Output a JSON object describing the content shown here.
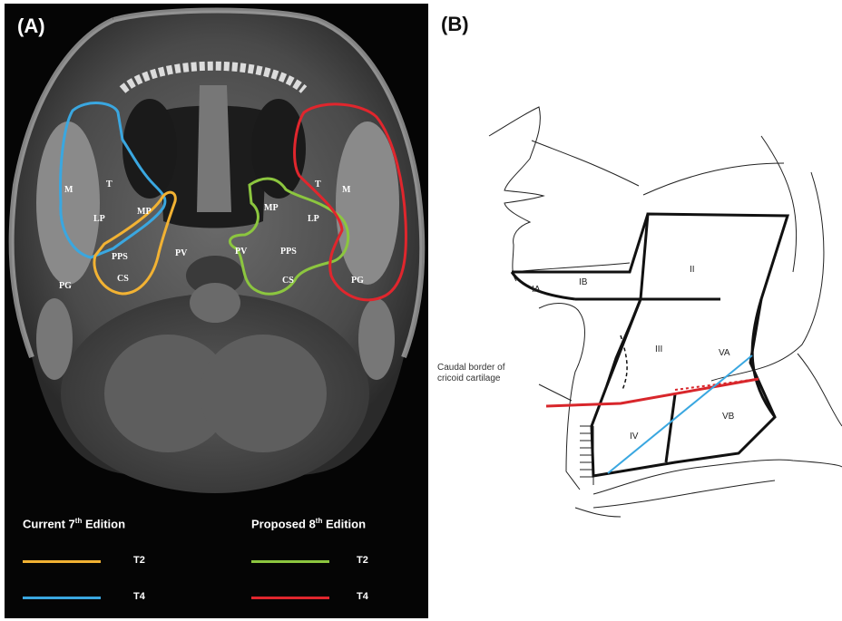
{
  "panel_a": {
    "label": "(A)",
    "structures": {
      "m_left": "M",
      "t_left": "T",
      "lp_left": "LP",
      "mp_left": "MP",
      "pps_left": "PPS",
      "cs_left": "CS",
      "pg_left": "PG",
      "pv_left": "PV",
      "m_right": "M",
      "t_right": "T",
      "lp_right": "LP",
      "mp_right": "MP",
      "pps_right": "PPS",
      "cs_right": "CS",
      "pg_right": "PG",
      "pv_right": "PV"
    },
    "legend": {
      "current": {
        "title": "Current 7",
        "sup": "th",
        "title_end": " Edition",
        "items": [
          {
            "label": "T2",
            "color": "#f2b233"
          },
          {
            "label": "T4",
            "color": "#3aa7e0"
          }
        ]
      },
      "proposed": {
        "title": "Proposed 8",
        "sup": "th",
        "title_end": " Edition",
        "items": [
          {
            "label": "T2",
            "color": "#8cc63f"
          },
          {
            "label": "T4",
            "color": "#e0262d"
          }
        ]
      }
    }
  },
  "panel_b": {
    "label": "(B)",
    "levels": {
      "ia": "IA",
      "ib": "IB",
      "ii": "II",
      "iii": "III",
      "iv": "IV",
      "va": "VA",
      "vb": "VB"
    },
    "annotation_line1": "Caudal border of",
    "annotation_line2": "cricoid cartilage",
    "colors": {
      "red_line": "#d8262b",
      "blue_line": "#3aa7e0"
    }
  }
}
